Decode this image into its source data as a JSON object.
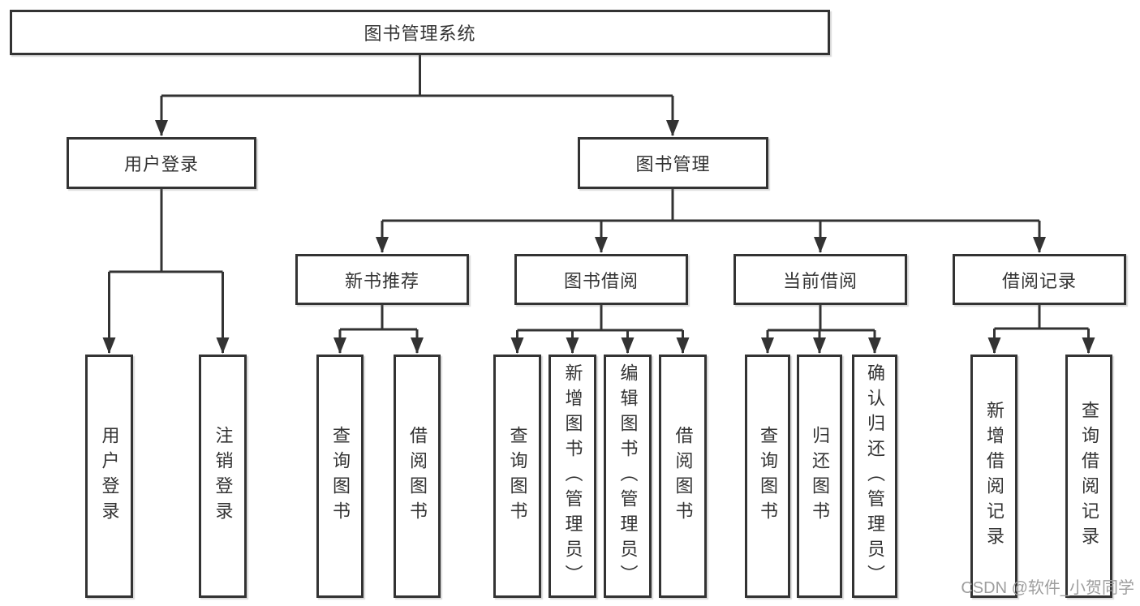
{
  "diagram": {
    "root": {
      "label": "图书管理系统"
    },
    "level2": [
      {
        "label": "用户登录"
      },
      {
        "label": "图书管理"
      }
    ],
    "level3": [
      {
        "label": "新书推荐",
        "parent": "图书管理"
      },
      {
        "label": "图书借阅",
        "parent": "图书管理"
      },
      {
        "label": "当前借阅",
        "parent": "图书管理"
      },
      {
        "label": "借阅记录",
        "parent": "图书管理"
      }
    ],
    "leaves": [
      {
        "label": "用户登录",
        "parent": "用户登录"
      },
      {
        "label": "注销登录",
        "parent": "用户登录"
      },
      {
        "label": "查询图书",
        "parent": "新书推荐"
      },
      {
        "label": "借阅图书",
        "parent": "新书推荐"
      },
      {
        "label": "查询图书",
        "parent": "图书借阅"
      },
      {
        "label": "新增图书（管理员）",
        "parent": "图书借阅"
      },
      {
        "label": "编辑图书（管理员）",
        "parent": "图书借阅"
      },
      {
        "label": "借阅图书",
        "parent": "图书借阅"
      },
      {
        "label": "查询图书",
        "parent": "当前借阅"
      },
      {
        "label": "归还图书",
        "parent": "当前借阅"
      },
      {
        "label": "确认归还（管理员）",
        "parent": "当前借阅"
      },
      {
        "label": "新增借阅记录",
        "parent": "借阅记录"
      },
      {
        "label": "查询借阅记录",
        "parent": "借阅记录"
      }
    ]
  },
  "watermark": {
    "text": "CSDN @软件_小贺同学",
    "color": "#9e9e9e"
  },
  "colors": {
    "line": "#333333",
    "box_border": "#333333",
    "box_background": "#ffffff",
    "text": "#333333",
    "page_background": "#ffffff"
  }
}
